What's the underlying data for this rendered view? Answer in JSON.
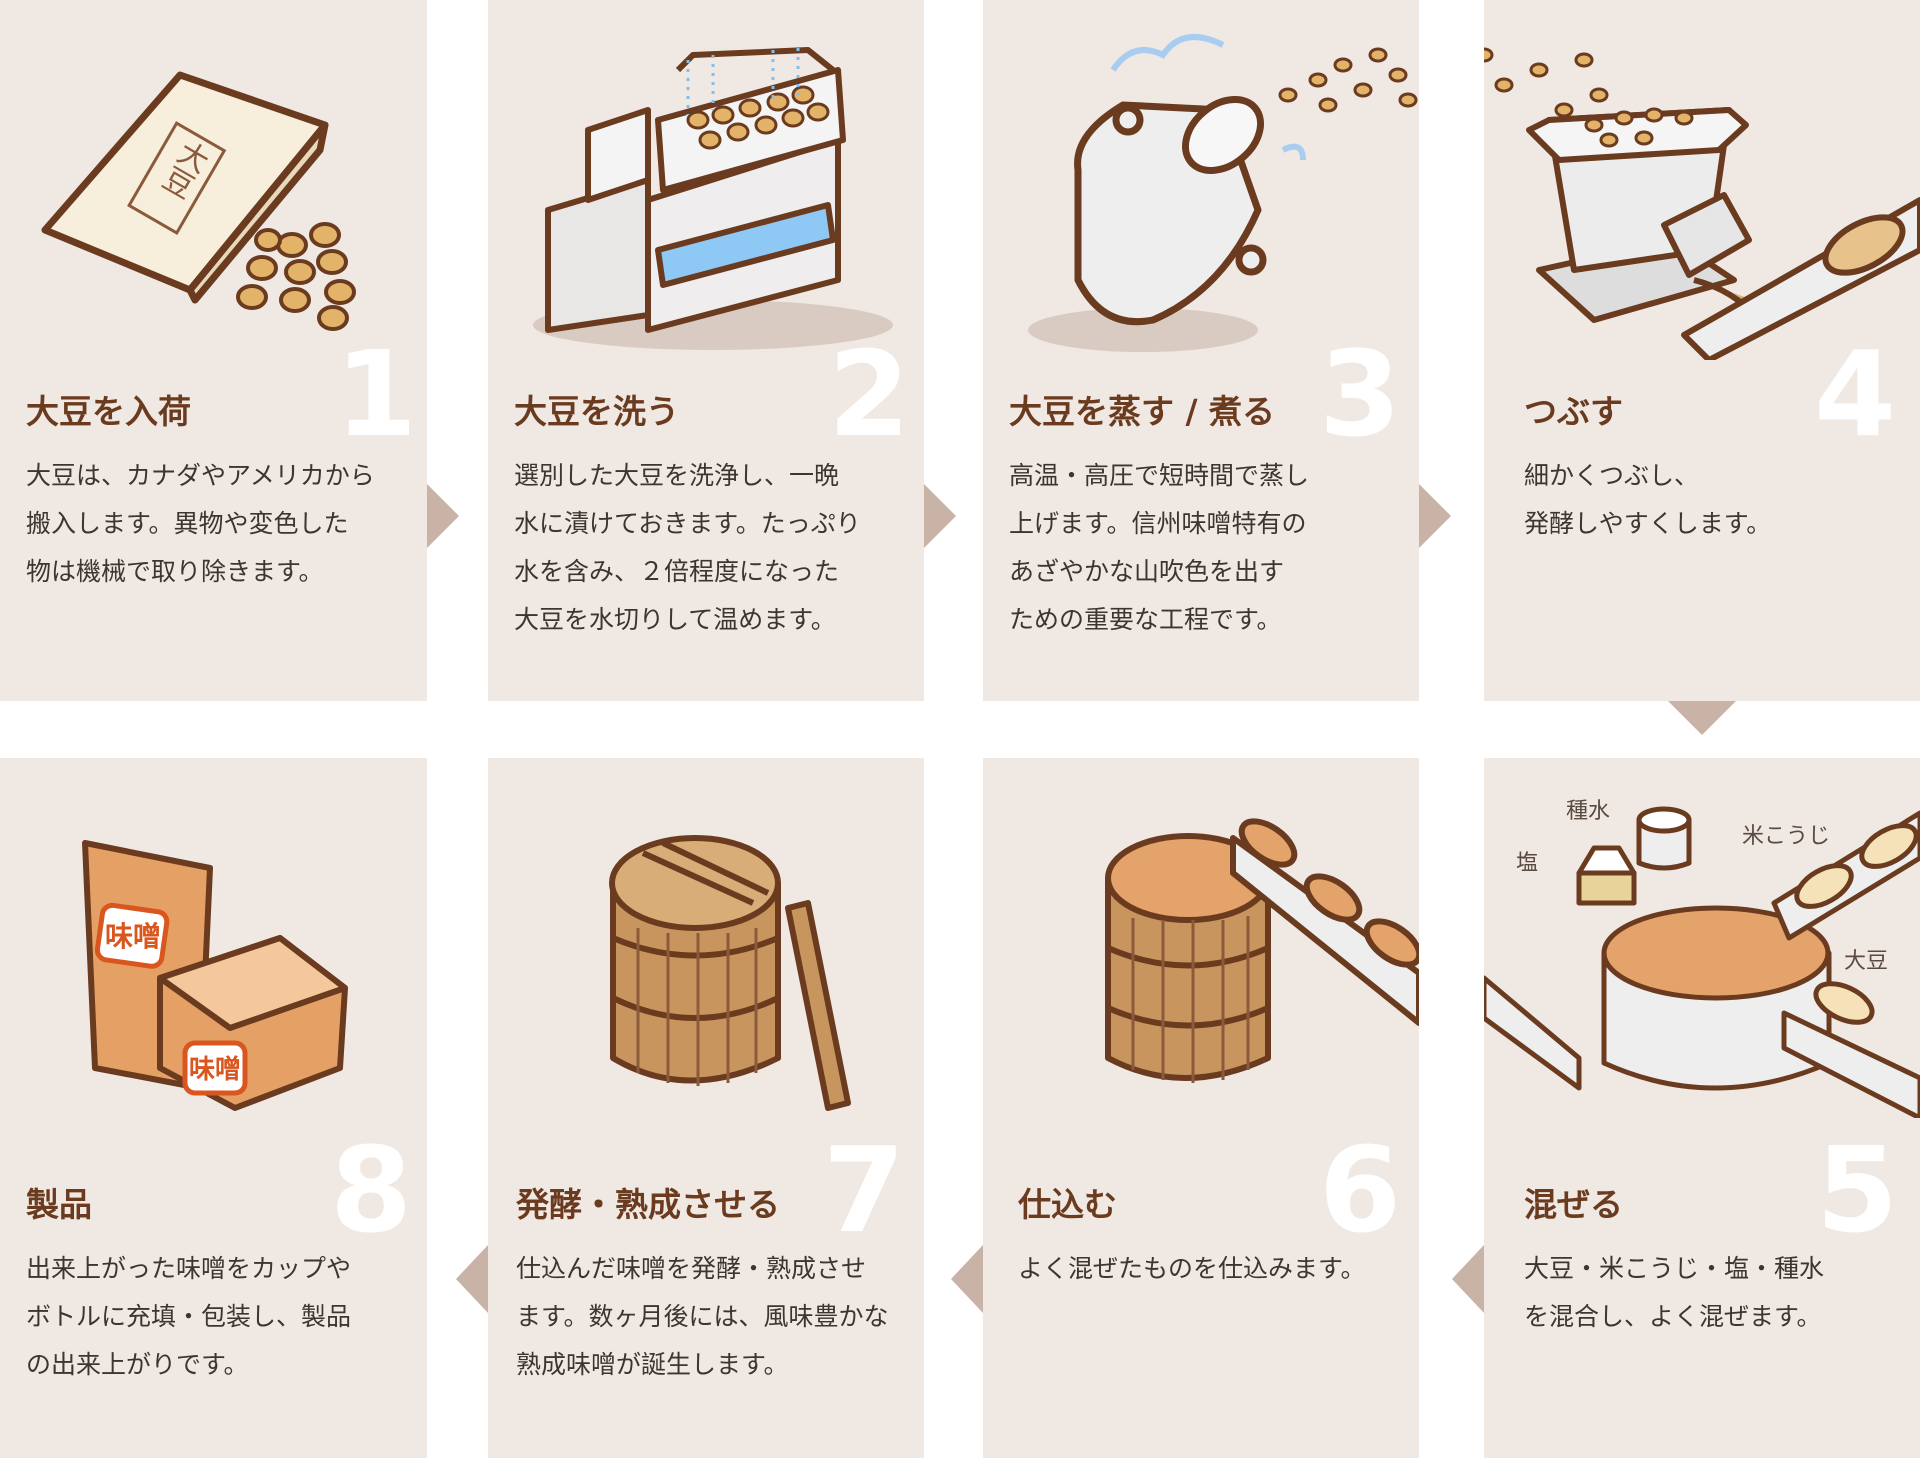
{
  "steps": [
    {
      "number": "1",
      "title": "大豆を入荷",
      "lines": [
        "大豆は、カナダやアメリカから",
        "搬入します。異物や変色した",
        "物は機械で取り除きます。"
      ],
      "bag_text": "大豆"
    },
    {
      "number": "2",
      "title": "大豆を洗う",
      "lines": [
        "選別した大豆を洗浄し、一晩",
        "水に漬けておきます。たっぷり",
        "水を含み、２倍程度になった",
        "大豆を水切りして温めます。"
      ]
    },
    {
      "number": "3",
      "title": "大豆を蒸す / 煮る",
      "lines": [
        "高温・高圧で短時間で蒸し",
        "上げます。信州味噌特有の",
        "あざやかな山吹色を出す",
        "ための重要な工程です。"
      ]
    },
    {
      "number": "4",
      "title": "つぶす",
      "lines": [
        "細かくつぶし、",
        "発酵しやすくします。"
      ]
    },
    {
      "number": "5",
      "title": "混ぜる",
      "lines": [
        "大豆・米こうじ・塩・種水",
        "を混合し、よく混ぜます。"
      ],
      "labels": {
        "tanemizu": "種水",
        "shio": "塩",
        "komekoji": "米こうじ",
        "daizu": "大豆"
      }
    },
    {
      "number": "6",
      "title": "仕込む",
      "lines": [
        "よく混ぜたものを仕込みます。"
      ]
    },
    {
      "number": "7",
      "title": "発酵・熟成させる",
      "lines": [
        "仕込んだ味噌を発酵・熟成させ",
        "ます。数ヶ月後には、風味豊かな",
        "熟成味噌が誕生します。"
      ]
    },
    {
      "number": "8",
      "title": "製品",
      "lines": [
        "出来上がった味噌をカップや",
        "ボトルに充填・包装し、製品",
        "の出来上がりです。"
      ],
      "product_text": "味噌"
    }
  ],
  "colors": {
    "panel": "#f0e8e3",
    "arrow": "#c9b3a6",
    "title": "#6b3b1f",
    "outline": "#6b3b1f",
    "bean": "#e3b36a"
  }
}
